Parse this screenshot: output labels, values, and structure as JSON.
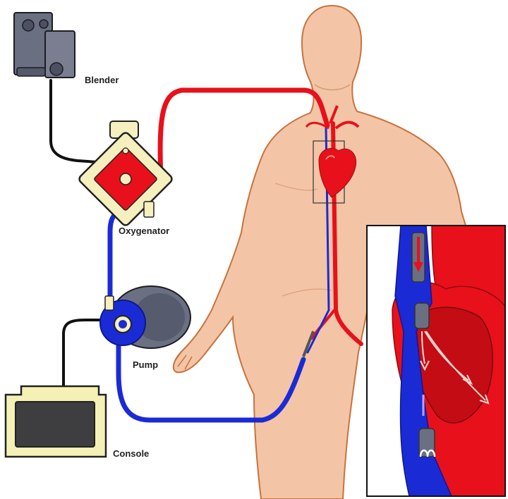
{
  "labels": {
    "blender": "Blender",
    "oxygenator": "Oxygenator",
    "pump": "Pump",
    "console": "Console"
  },
  "colors": {
    "arterial": "#e8101a",
    "venous": "#1a2bd6",
    "skin": "#f3c5a6",
    "skin_outline": "#c8723e",
    "cable": "#111111",
    "console_body": "#f5f0b5",
    "device_gray": "#7a7e90"
  }
}
